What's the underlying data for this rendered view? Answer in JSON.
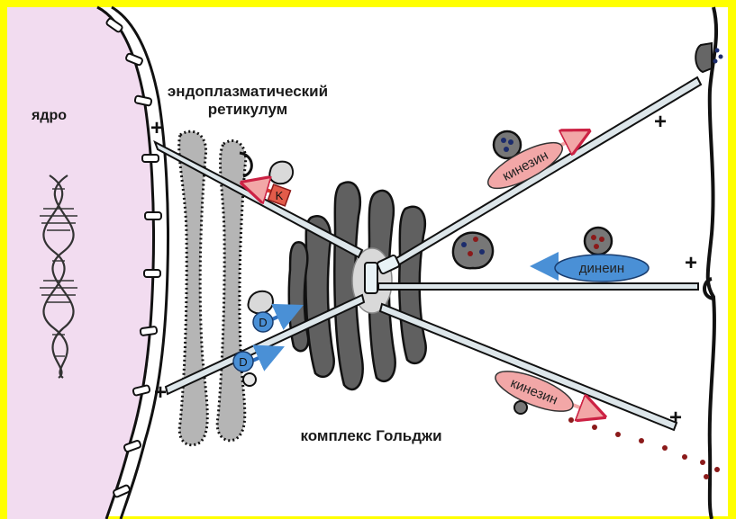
{
  "labels": {
    "nucleus": "ядро",
    "er_line1": "эндоплазматический",
    "er_line2": "ретикулум",
    "golgi": "комплекс Гольджи"
  },
  "motors": {
    "kinesin_top": "кинезин",
    "dynein": "динеин",
    "kinesin_bottom": "кинезин",
    "kinesin_small": "K",
    "dynein_small_1": "D",
    "dynein_small_2": "D"
  },
  "plus_signs": {
    "left_top": "+",
    "left_bottom": "+",
    "right_top": "+",
    "right_middle": "+",
    "right_bottom": "+"
  },
  "colors": {
    "background": "#ffff00",
    "nucleus_fill": "#f2dcf0",
    "kinesin_fill": "#f2a7a7",
    "dynein_fill": "#4a90d6",
    "kinesin_arrow": "#d83a2a",
    "dynein_arrow": "#2c6fc0",
    "cargo_dots": "#8b1a1a"
  }
}
